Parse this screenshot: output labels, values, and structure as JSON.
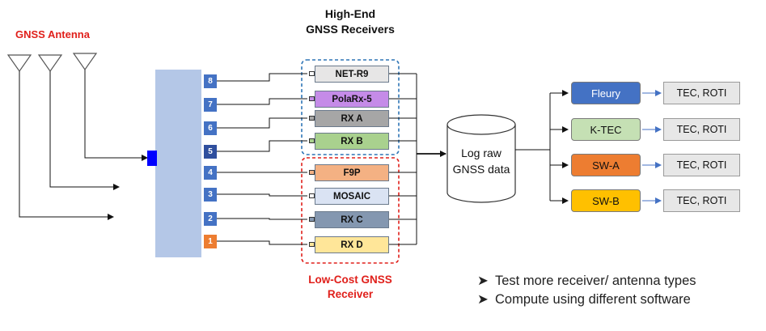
{
  "labels": {
    "antenna_title": "GNSS Antenna",
    "highend_line1": "High-End",
    "highend_line2": "GNSS Receivers",
    "lowcost_line1": "Low-Cost GNSS",
    "lowcost_line2": "Receiver",
    "database_line1": "Log raw",
    "database_line2": "GNSS data"
  },
  "ports": [
    {
      "label": "8",
      "color": "#4472c4"
    },
    {
      "label": "7",
      "color": "#4472c4"
    },
    {
      "label": "6",
      "color": "#4472c4"
    },
    {
      "label": "5",
      "color": "#2f4f9e"
    },
    {
      "label": "4",
      "color": "#4472c4"
    },
    {
      "label": "3",
      "color": "#4472c4"
    },
    {
      "label": "2",
      "color": "#4472c4"
    },
    {
      "label": "1",
      "color": "#ed7d31"
    }
  ],
  "receivers": [
    {
      "label": "NET-R9",
      "fill": "#e7e6e6",
      "connector": "#ffffff"
    },
    {
      "label": "PolaRx-5",
      "fill": "#c58be8",
      "connector": "#c58be8"
    },
    {
      "label": "RX A",
      "fill": "#a6a6a6",
      "connector": "#a6a6a6"
    },
    {
      "label": "RX B",
      "fill": "#a9d18e",
      "connector": "#a9d18e"
    },
    {
      "label": "F9P",
      "fill": "#f4b183",
      "connector": "#f4b183"
    },
    {
      "label": "MOSAIC",
      "fill": "#dae3f3",
      "connector": "#ffffff"
    },
    {
      "label": "RX C",
      "fill": "#8497b0",
      "connector": "#8497b0"
    },
    {
      "label": "RX D",
      "fill": "#ffe699",
      "connector": "#ffe699"
    }
  ],
  "software": [
    {
      "label": "Fleury",
      "fill": "#4472c4",
      "text_color": "#ffffff",
      "output": "TEC, ROTI"
    },
    {
      "label": "K-TEC",
      "fill": "#c5e0b4",
      "text_color": "#111111",
      "output": "TEC, ROTI"
    },
    {
      "label": "SW-A",
      "fill": "#ed7d31",
      "text_color": "#111111",
      "output": "TEC, ROTI"
    },
    {
      "label": "SW-B",
      "fill": "#ffc000",
      "text_color": "#111111",
      "output": "TEC, ROTI"
    }
  ],
  "bullets": [
    "Test more receiver/ antenna types",
    "Compute using different software"
  ],
  "colors": {
    "splitter": "#b4c7e7",
    "splitter_input": "#0000ff",
    "highend_box": "#2e75b6",
    "lowcost_box": "#e0201b",
    "accent_red": "#e0201b"
  }
}
